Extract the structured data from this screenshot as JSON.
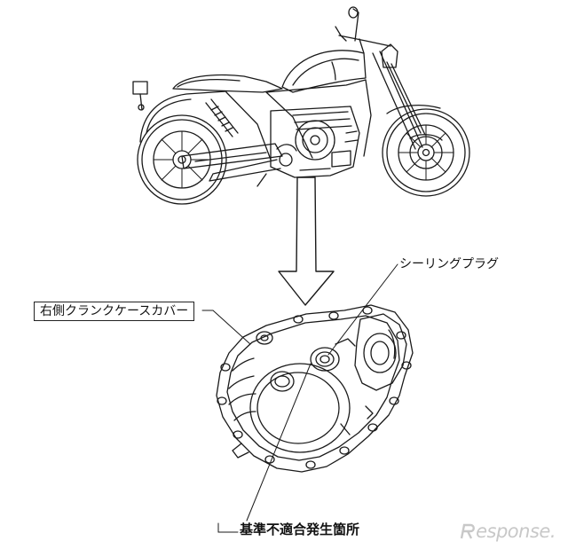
{
  "labels": {
    "crankcase_cover": "右側クランクケースカバー",
    "sealing_plug": "シーリングプラグ",
    "nonconformity_location": "基準不適合発生箇所"
  },
  "watermark": {
    "text": "esponse.",
    "logo_icon": "response-r-logo-icon",
    "color": "#c8c8c8"
  },
  "icons": {
    "motorcycle": "motorcycle-side-view-drawing",
    "engine_cover": "crankcase-cover-drawing",
    "arrow": "down-arrow-icon"
  }
}
